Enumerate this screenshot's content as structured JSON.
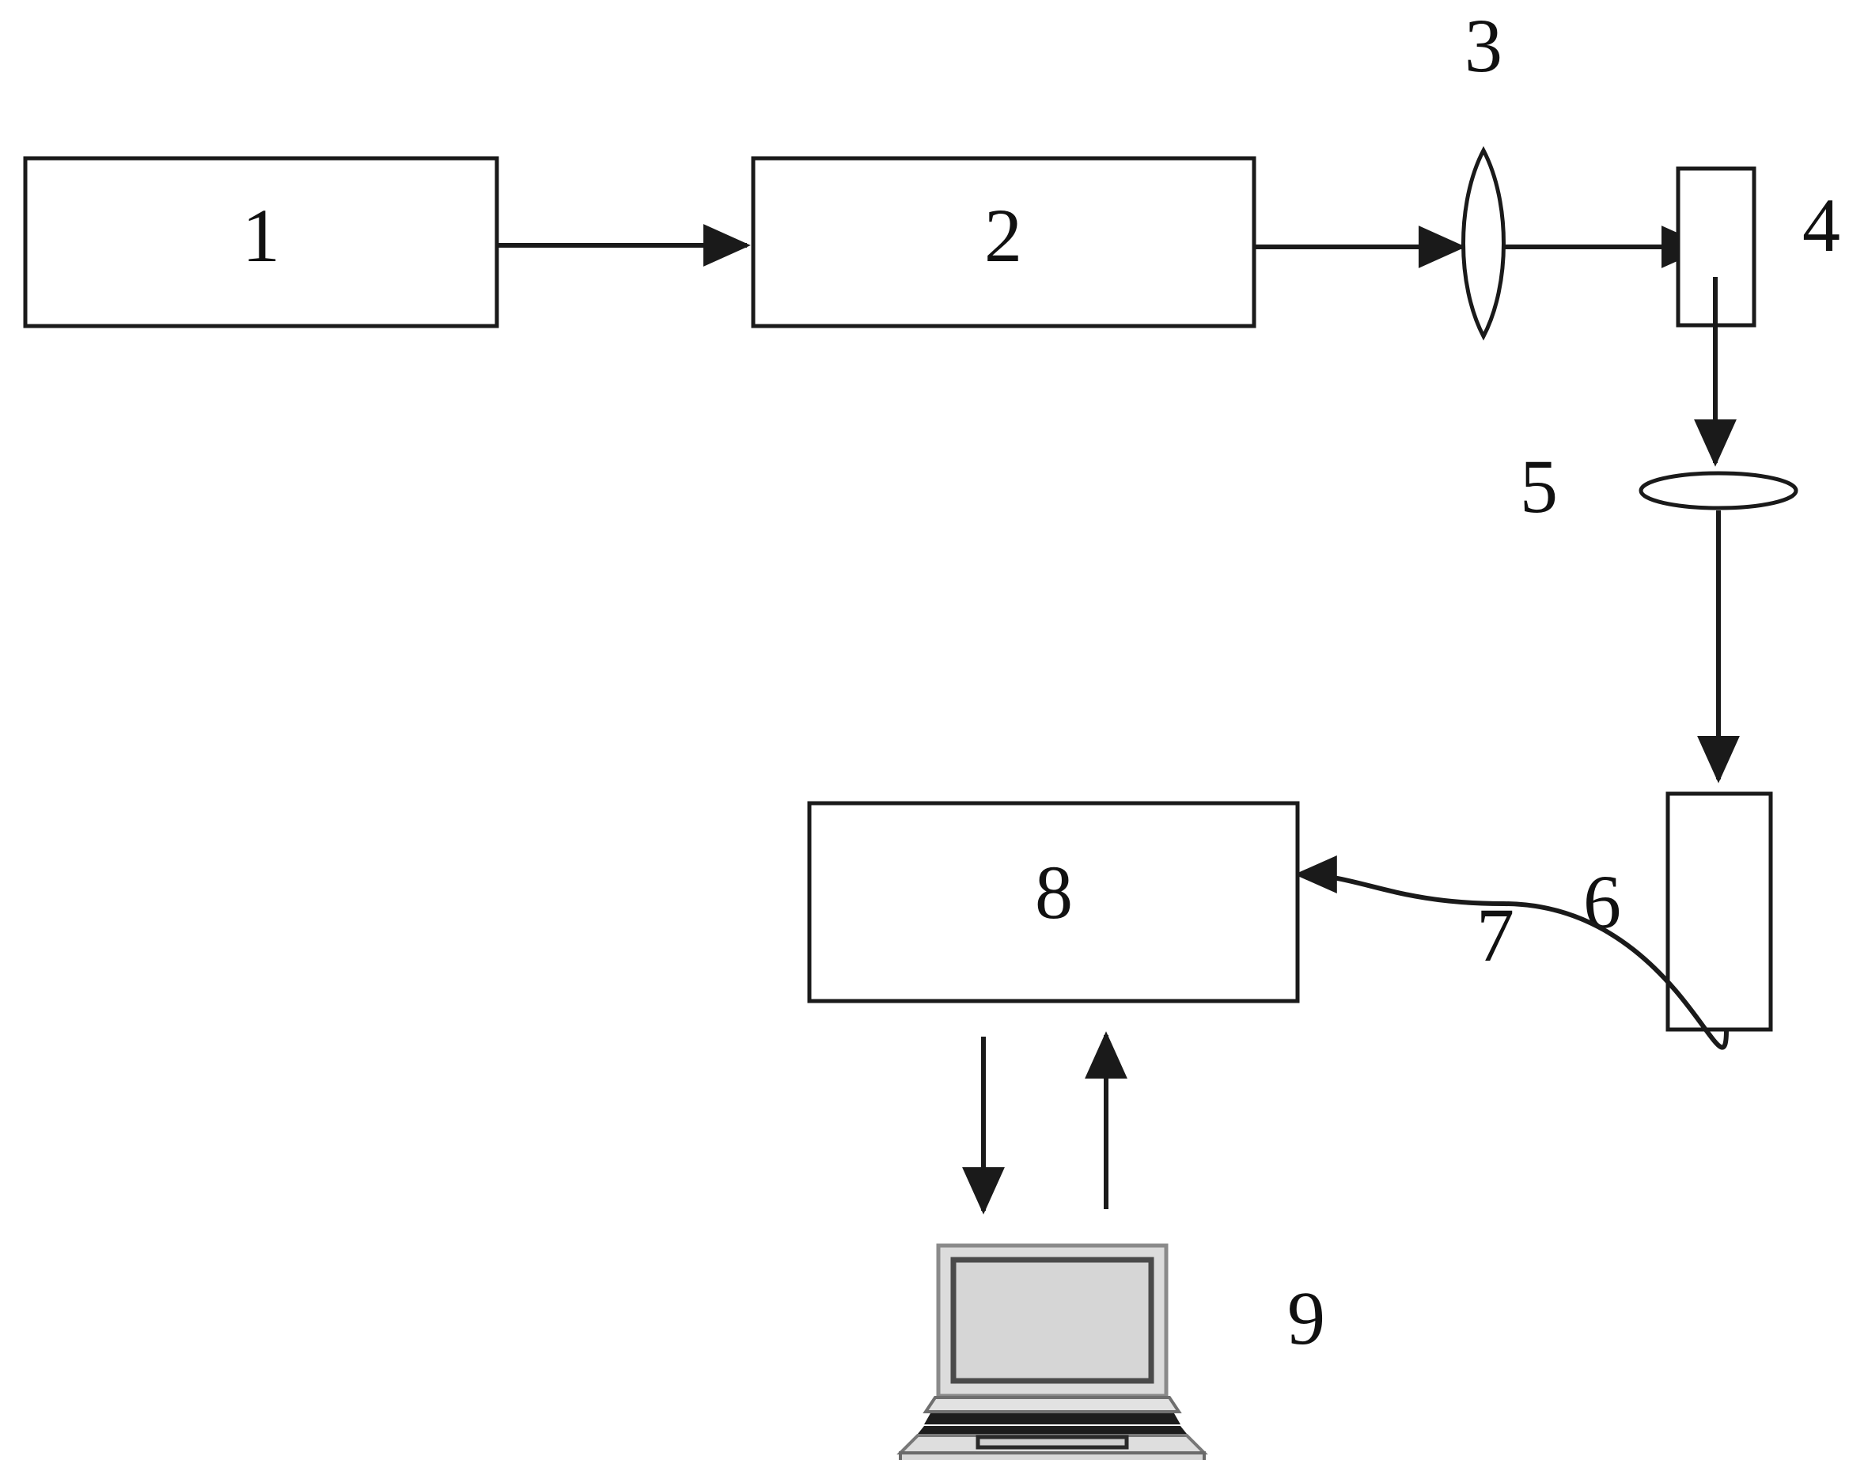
{
  "diagram": {
    "title": "Optical measurement system block diagram",
    "background_color": "#ffffff",
    "line_color": "#1a1a1a",
    "components": [
      {
        "id": "1",
        "label": "1",
        "shape": "rectangle",
        "name": "block-1"
      },
      {
        "id": "2",
        "label": "2",
        "shape": "rectangle",
        "name": "block-2"
      },
      {
        "id": "3",
        "label": "3",
        "shape": "vertical-lens",
        "name": "lens-3"
      },
      {
        "id": "4",
        "label": "4",
        "shape": "small-rectangle",
        "name": "block-4"
      },
      {
        "id": "5",
        "label": "5",
        "shape": "horizontal-ellipse",
        "name": "lens-5"
      },
      {
        "id": "6",
        "label": "6",
        "shape": "tall-rectangle",
        "name": "block-6"
      },
      {
        "id": "7",
        "label": "7",
        "shape": "curved-cable",
        "name": "cable-7"
      },
      {
        "id": "8",
        "label": "8",
        "shape": "rectangle",
        "name": "block-8"
      },
      {
        "id": "9",
        "label": "9",
        "shape": "laptop-icon",
        "name": "laptop-9"
      }
    ],
    "connections": [
      {
        "from": "1",
        "to": "2",
        "style": "straight-arrow",
        "direction": "right"
      },
      {
        "from": "2",
        "to": "3",
        "style": "straight-arrow",
        "direction": "right"
      },
      {
        "from": "3",
        "to": "4",
        "style": "straight-arrow",
        "direction": "right"
      },
      {
        "from": "4",
        "to": "5",
        "style": "straight-arrow",
        "direction": "down"
      },
      {
        "from": "5",
        "to": "6",
        "style": "straight-arrow",
        "direction": "down"
      },
      {
        "from": "6",
        "to": "8",
        "style": "curved-arrow",
        "direction": "left"
      },
      {
        "from": "8",
        "to": "9",
        "style": "straight-arrow",
        "direction": "down"
      },
      {
        "from": "9",
        "to": "8",
        "style": "straight-arrow",
        "direction": "up"
      }
    ]
  }
}
